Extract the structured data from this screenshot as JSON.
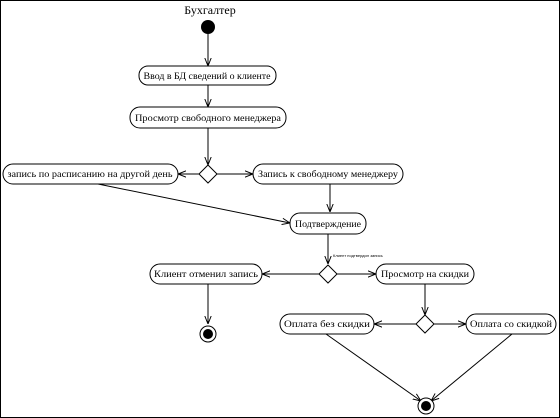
{
  "swimlane_title": "Бухгалтер",
  "activities": {
    "enter_client": "Ввод в БД сведений о клиенте",
    "view_manager": "Просмотр свободного менеджера",
    "other_day": "запись по расписанию на другой день",
    "to_free_manager": "Запись к свободному менеджеру",
    "confirm": "Подтверждение",
    "client_cancel": "Клиент отменил запись",
    "view_discounts": "Просмотр на скидки",
    "pay_no_discount": "Оплата без скидки",
    "pay_with_discount": "Оплата со скидкой"
  },
  "guard_label": "Клиент подтвердил запись"
}
